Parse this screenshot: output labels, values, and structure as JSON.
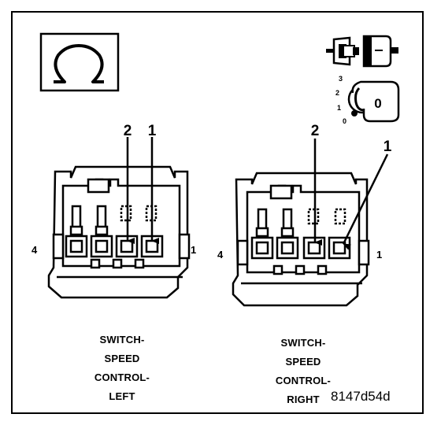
{
  "symbols": {
    "ohm": "Ω",
    "connector_icon": "connector-icon",
    "ignition_key_icon": "ignition-key-icon",
    "key_positions": [
      "3",
      "2",
      "1",
      "0"
    ],
    "key_label": "0"
  },
  "connectors": [
    {
      "name": "left",
      "caption_lines": [
        "SWITCH-",
        "SPEED",
        "CONTROL-",
        "LEFT"
      ],
      "pin_labels": {
        "pin2": "2",
        "pin1": "1",
        "side_left": "4",
        "side_right": "1"
      }
    },
    {
      "name": "right",
      "caption_lines": [
        "SWITCH-",
        "SPEED",
        "CONTROL-",
        "RIGHT"
      ],
      "pin_labels": {
        "pin2": "2",
        "pin1": "1",
        "side_left": "4",
        "side_right": "1"
      }
    }
  ],
  "figure_id": "8147d54d",
  "colors": {
    "ink": "#000000",
    "paper": "#ffffff"
  }
}
